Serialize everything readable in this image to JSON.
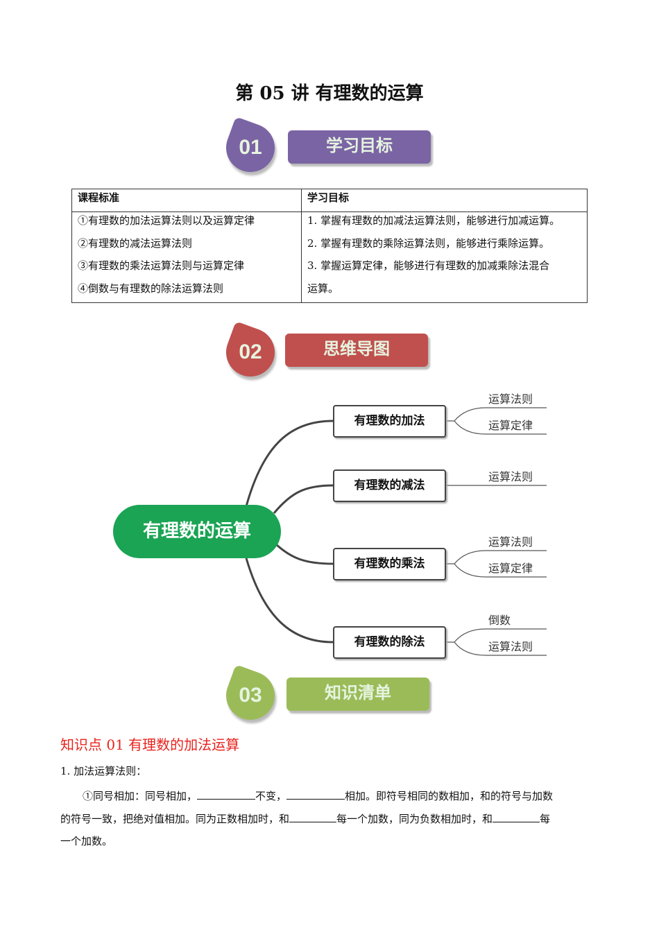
{
  "title": "第 05 讲  有理数的运算",
  "sections": [
    {
      "number": "01",
      "label": "学习目标",
      "color": "#7b64a4"
    },
    {
      "number": "02",
      "label": "思维导图",
      "color": "#c0504d"
    },
    {
      "number": "03",
      "label": "知识清单",
      "color": "#9bbb59"
    }
  ],
  "table": {
    "headers": [
      "课程标准",
      "学习目标"
    ],
    "standards": [
      "①有理数的加法运算法则以及运算定律",
      "②有理数的减法运算法则",
      "③有理数的乘法运算法则与运算定律",
      "④倒数与有理数的除法运算法则"
    ],
    "goals": [
      "1.  掌握有理数的加减法运算法则，能够进行加减运算。",
      "2.  掌握有理数的乘除运算法则，能够进行乘除运算。",
      "3.  掌握运算定律，能够进行有理数的加减乘除法混合",
      "运算。"
    ]
  },
  "mindmap": {
    "center": "有理数的运算",
    "branches": [
      {
        "label": "有理数的加法",
        "leaves": [
          "运算法则",
          "运算定律"
        ]
      },
      {
        "label": "有理数的减法",
        "leaves": [
          "运算法则"
        ]
      },
      {
        "label": "有理数的乘法",
        "leaves": [
          "运算法则",
          "运算定律"
        ]
      },
      {
        "label": "有理数的除法",
        "leaves": [
          "倒数",
          "运算法则"
        ]
      }
    ]
  },
  "knowledge": {
    "heading": "知识点 01    有理数的加法运算",
    "item1": "1. 加法运算法则：",
    "p1a": "①同号相加：同号相加，",
    "p1b": "不变，",
    "p1c": "相加。即符号相同的数相加，和的符号与加数",
    "p2a": "的符号一致，把绝对值相加。同为正数相加时，和",
    "p2b": "每一个加数，同为负数相加时，和",
    "p2c": "每",
    "p3": "一个加数。"
  }
}
